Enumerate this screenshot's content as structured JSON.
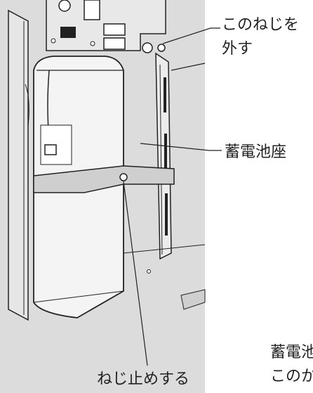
{
  "figure": {
    "background": "#dcdcdc",
    "stroke": "#222222",
    "battery_fill": "#f4f4f4",
    "strap_fill": "#cfcfcf"
  },
  "labels": {
    "remove_screw_line1": "このねじを",
    "remove_screw_line2": "外す",
    "battery_seat": "蓄電池座",
    "fasten_screw": "ねじ止めする",
    "cut_line1": "蓄電池",
    "cut_line2": "このか"
  }
}
